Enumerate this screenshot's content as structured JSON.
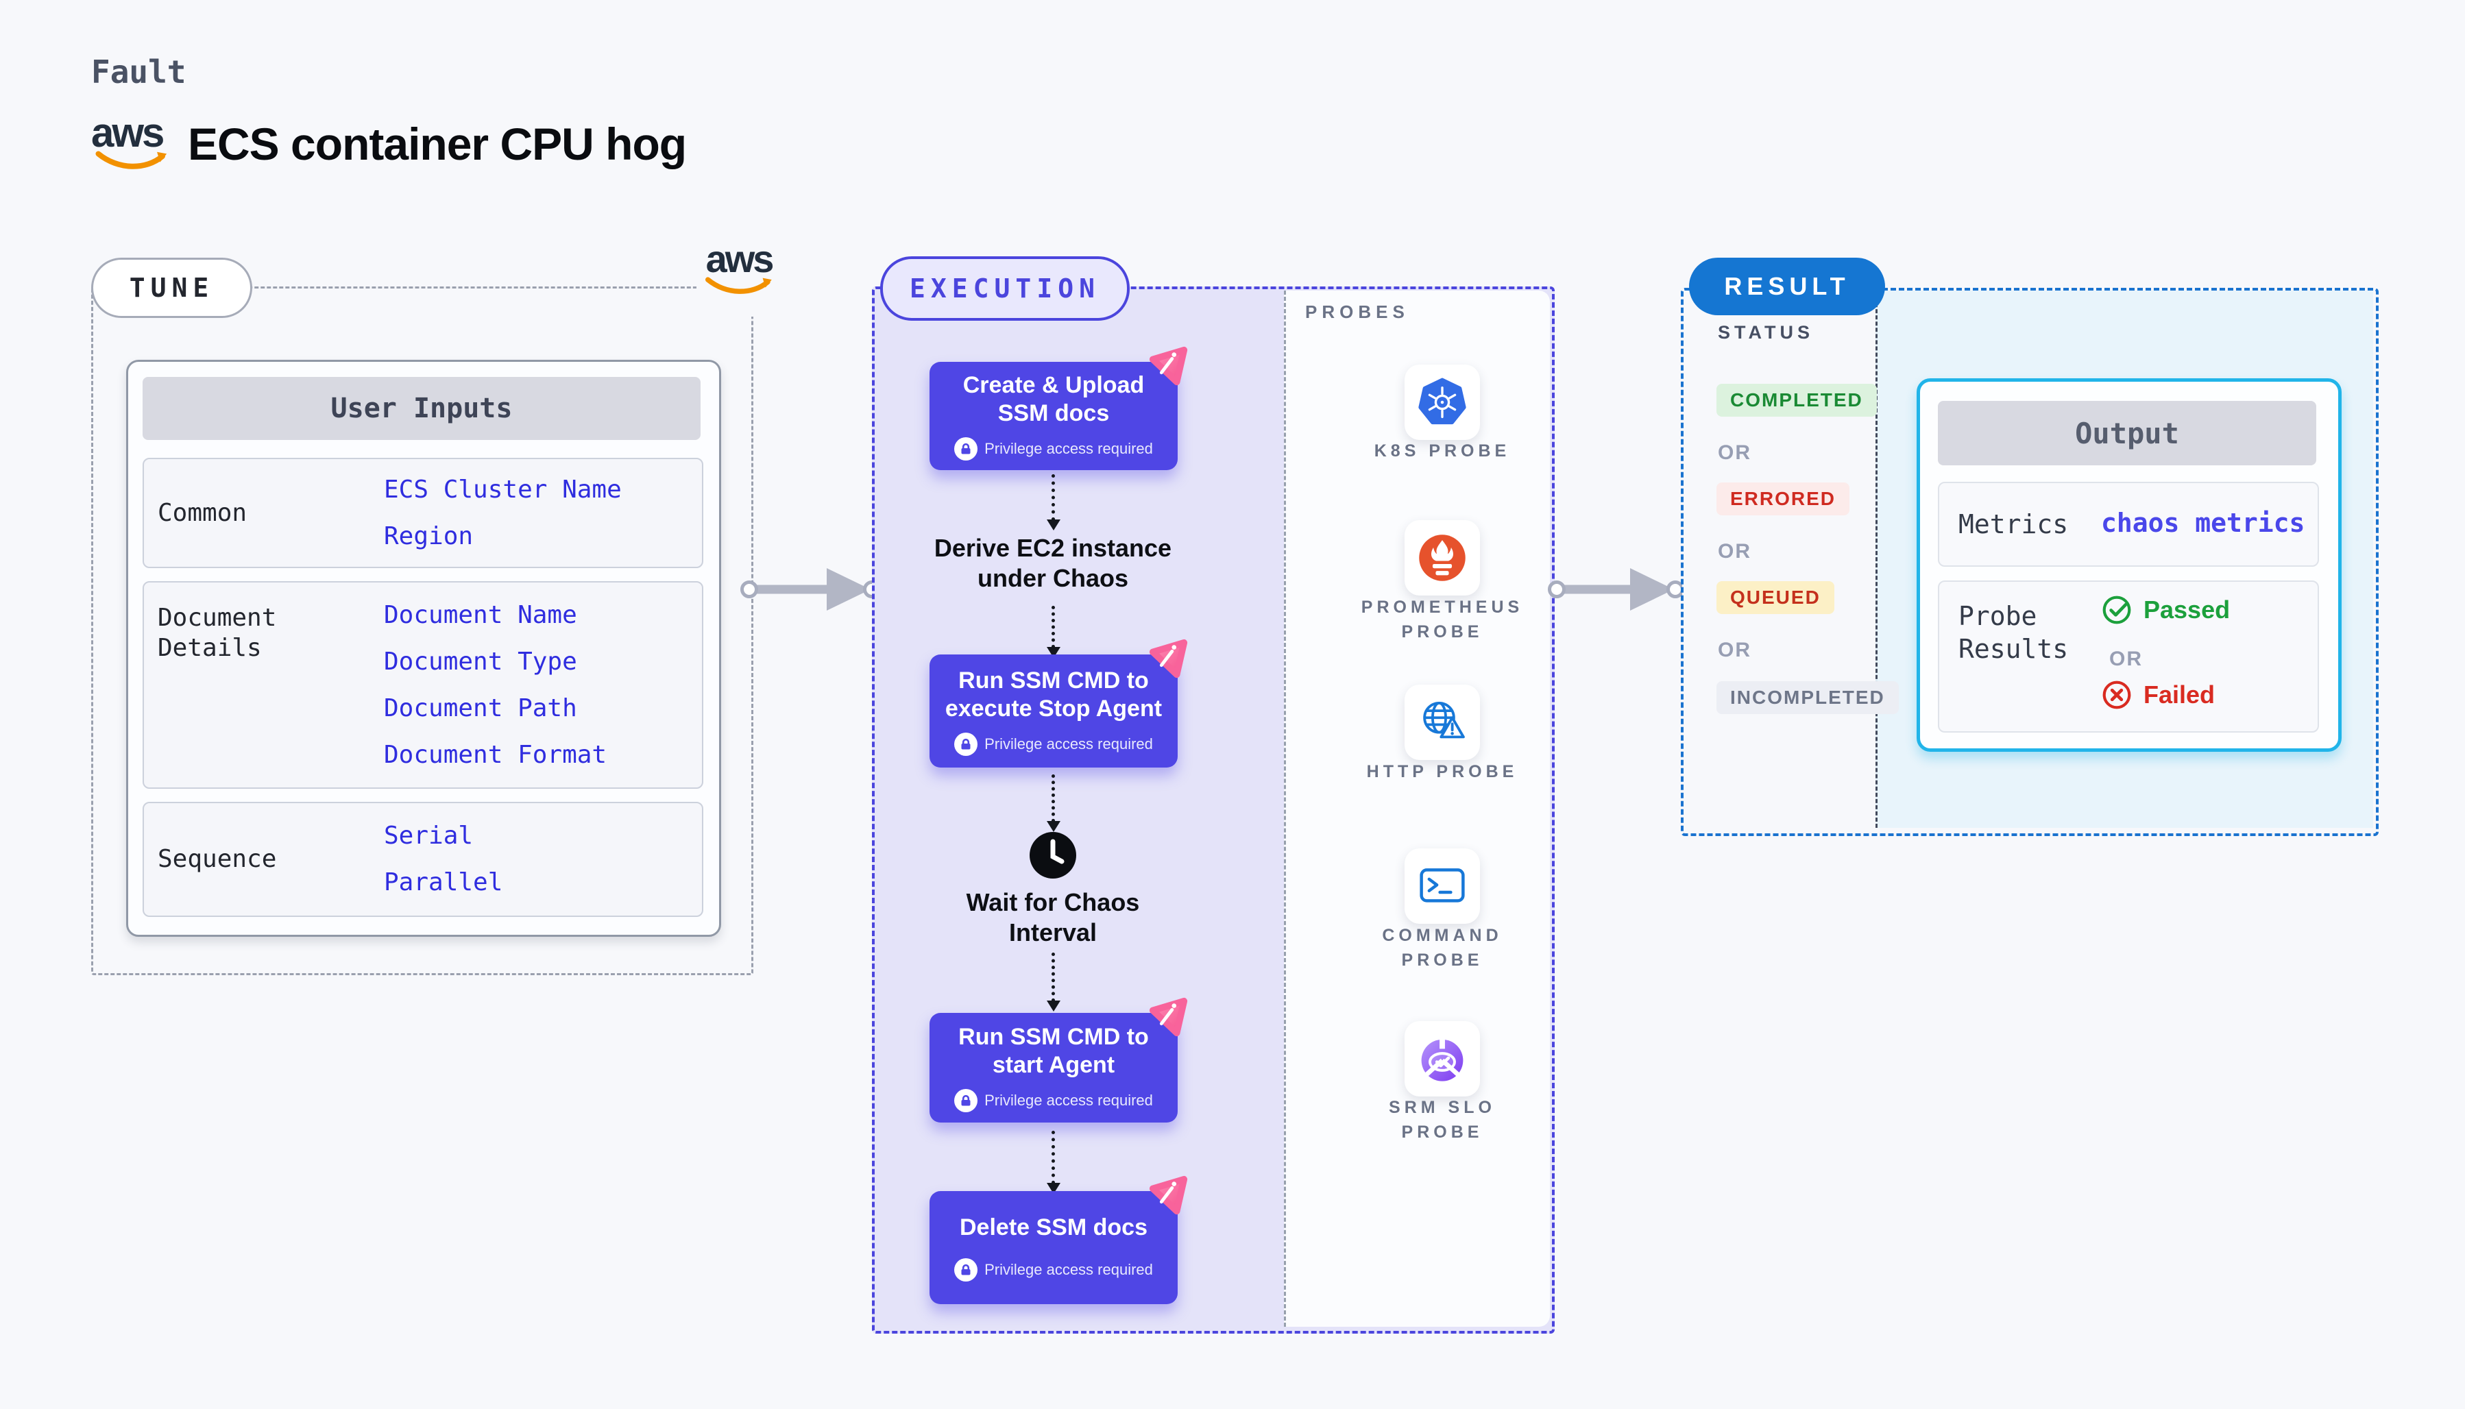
{
  "page": {
    "kicker": "Fault",
    "title": "ECS container CPU hog"
  },
  "brand": {
    "aws": "aws",
    "accent_orange": "#f29100"
  },
  "tune": {
    "label": "TUNE",
    "user_inputs": {
      "header": "User Inputs",
      "rows": [
        {
          "label_lines": [
            "Common"
          ],
          "values": [
            "ECS Cluster Name",
            "Region"
          ]
        },
        {
          "label_lines": [
            "Document",
            "Details"
          ],
          "values": [
            "Document Name",
            "Document Type",
            "Document Path",
            "Document Format"
          ]
        },
        {
          "label_lines": [
            "Sequence"
          ],
          "values": [
            "Serial",
            "Parallel"
          ]
        }
      ]
    }
  },
  "execution": {
    "label": "EXECUTION",
    "accent": "#4f46e5",
    "privilege_note": "Privilege access required",
    "steps": [
      {
        "lines": [
          "Create & Upload",
          "SSM docs"
        ]
      },
      {
        "lines": [
          "Run SSM CMD to",
          "execute Stop Agent"
        ]
      },
      {
        "lines": [
          "Run SSM CMD to",
          "start Agent"
        ]
      },
      {
        "lines": [
          "Delete SSM docs"
        ]
      }
    ],
    "notes": [
      {
        "lines": [
          "Derive EC2 instance",
          "under Chaos"
        ]
      },
      {
        "lines": [
          "Wait for Chaos",
          "Interval"
        ]
      }
    ],
    "probes": {
      "heading": "PROBES",
      "items": [
        {
          "icon": "kubernetes-icon",
          "lines": [
            "K8S PROBE"
          ]
        },
        {
          "icon": "prometheus-icon",
          "lines": [
            "PROMETHEUS",
            "PROBE"
          ]
        },
        {
          "icon": "http-globe-icon",
          "lines": [
            "HTTP PROBE"
          ]
        },
        {
          "icon": "terminal-icon",
          "lines": [
            "COMMAND",
            "PROBE"
          ]
        },
        {
          "icon": "srm-slo-icon",
          "lines": [
            "SRM SLO",
            "PROBE"
          ]
        }
      ]
    }
  },
  "result": {
    "label": "RESULT",
    "accent": "#1576d2",
    "status": {
      "heading": "STATUS",
      "separator": "OR",
      "badges": [
        {
          "label": "COMPLETED",
          "fg": "#1a8a34",
          "bg": "#dcf2de"
        },
        {
          "label": "ERRORED",
          "fg": "#cf2a20",
          "bg": "#fcebea"
        },
        {
          "label": "QUEUED",
          "fg": "#c4301c",
          "bg": "#fcf0c6"
        },
        {
          "label": "INCOMPLETED",
          "fg": "#6e7689",
          "bg": "#eceef4"
        }
      ]
    },
    "output": {
      "header": "Output",
      "metrics_label": "Metrics",
      "metrics_value": "chaos metrics",
      "probe_results_label_lines": [
        "Probe",
        "Results"
      ],
      "or": "OR",
      "passed": {
        "label": "Passed",
        "color": "#1ca03c"
      },
      "failed": {
        "label": "Failed",
        "color": "#d92b21"
      }
    }
  }
}
